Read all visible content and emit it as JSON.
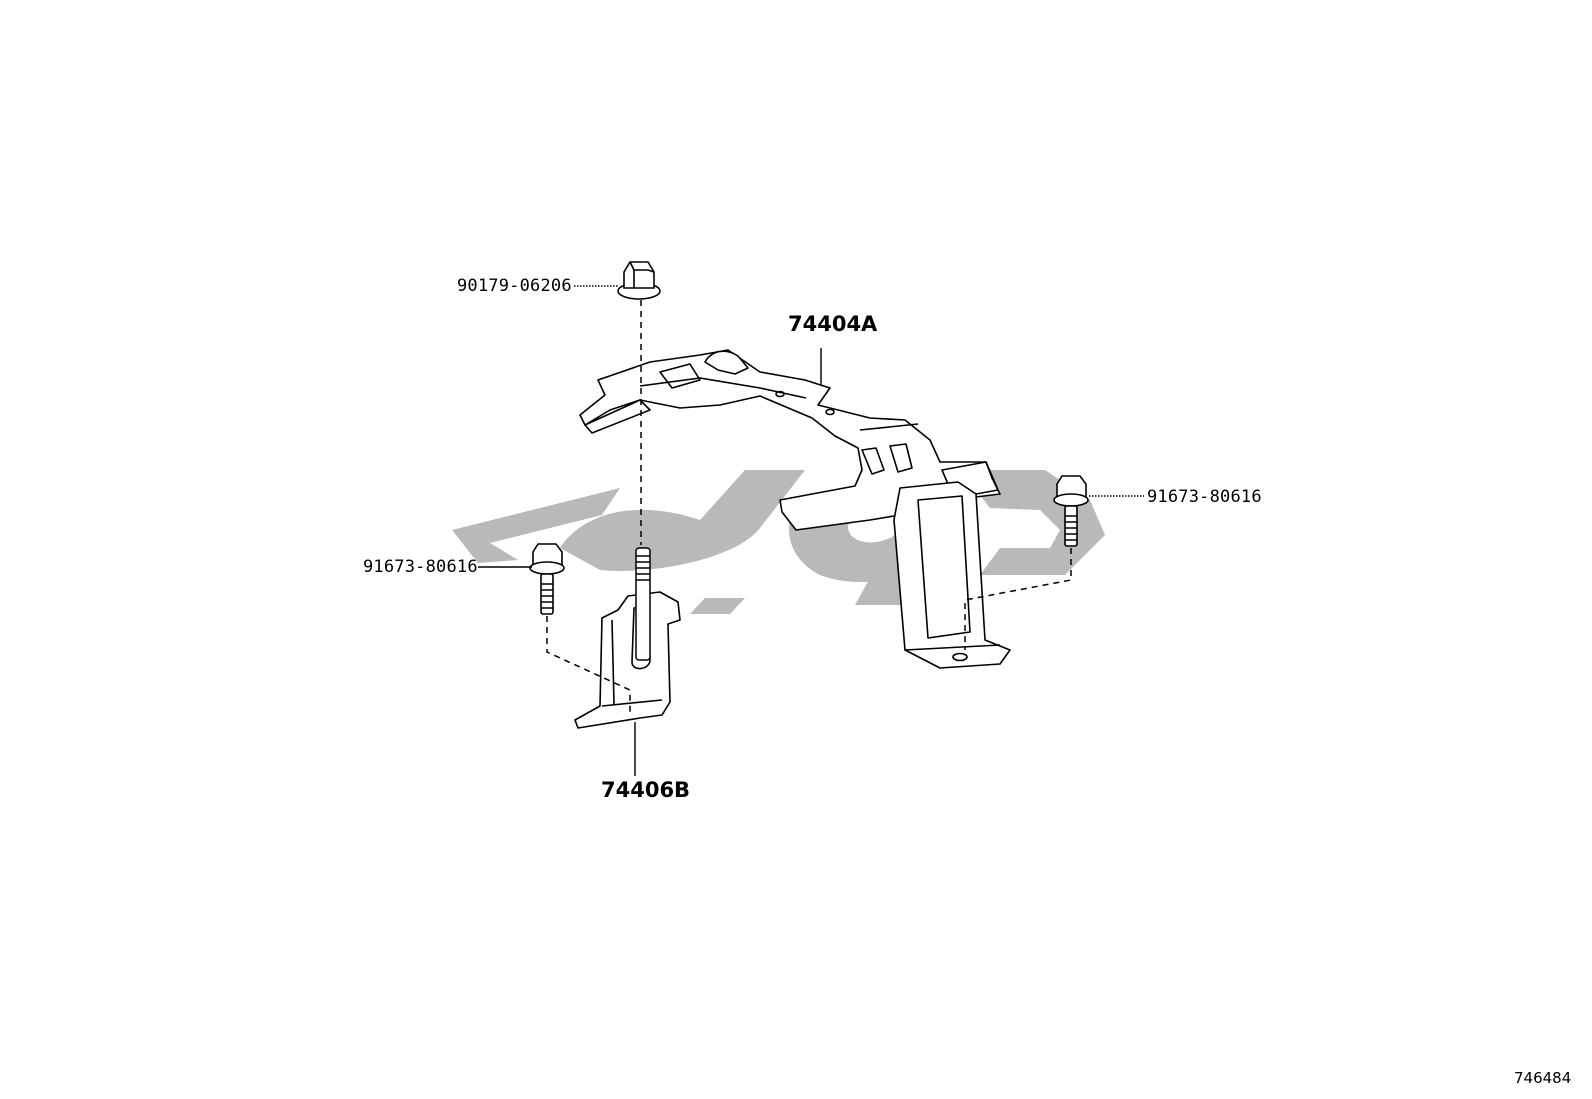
{
  "diagram": {
    "callouts": [
      {
        "id": "nut-top",
        "part_no": "90179-06206"
      },
      {
        "id": "bracket-main",
        "part_no": "74404A"
      },
      {
        "id": "bolt-right",
        "part_no": "91673-80616"
      },
      {
        "id": "bolt-left",
        "part_no": "91673-80616"
      },
      {
        "id": "bracket-small",
        "part_no": "74406B"
      }
    ],
    "illustration_number": "746484",
    "watermark_color": "#b9b9b9",
    "line_color": "#000000"
  }
}
